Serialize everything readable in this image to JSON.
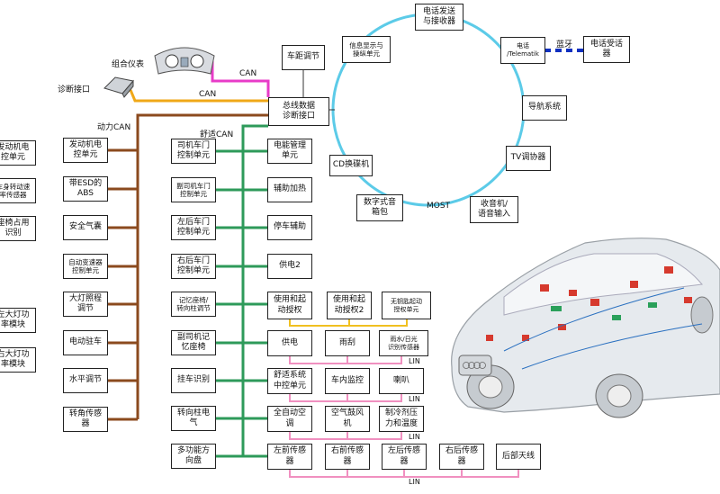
{
  "colors": {
    "power_can": "#8B4A1E",
    "comfort_can": "#2E9A5A",
    "cluster_can": "#E83CC8",
    "diag_can": "#F0A818",
    "most_ring": "#5CCBE8",
    "lin": "#F090C0",
    "bluetooth": "#1030C0",
    "lin_yellow": "#F0C020"
  },
  "labels": {
    "combo_instrument": "组合仪表",
    "diag_port": "诊断接口",
    "can_top": "CAN",
    "can_mid": "CAN",
    "power_can": "动力CAN",
    "comfort_can": "舒适CAN",
    "most": "MOST",
    "bluetooth": "蓝牙",
    "lin": "LIN"
  },
  "gateway": "总线数据\n诊断接口",
  "distance": "车距调节",
  "left_cut": [
    "发动机电\n控单元",
    "车身转动速\n率传感器",
    "座椅占用\n识别",
    "左大灯功\n率模块",
    "右大灯功\n率模块"
  ],
  "power_nodes": [
    "发动机电\n控单元",
    "带ESD的\nABS",
    "安全气囊",
    "自动变速器\n控制单元",
    "大灯照程\n调节",
    "电动驻车",
    "水平调节",
    "转角传感\n器"
  ],
  "comfort_nodes": [
    "司机车门\n控制单元",
    "副司机车门\n控制单元",
    "左后车门\n控制单元",
    "右后车门\n控制单元",
    "记忆座椅/\n转向柱调节",
    "副司机记\n忆座椅",
    "挂车识别",
    "转向柱电\n气",
    "多功能方\n向盘"
  ],
  "right_col": [
    "电能管理\n单元",
    "辅助加热",
    "停车辅助",
    "供电2"
  ],
  "auth": [
    "使用和起\n动授权",
    "使用和起\n动授权2",
    "无钥匙起动\n授权单元"
  ],
  "lin_rows": [
    [
      "供电",
      "雨刮",
      "雨水/日光\n识别传感器"
    ],
    [
      "舒适系统\n中控单元",
      "车内监控",
      "喇叭"
    ],
    [
      "全自动空\n调",
      "空气鼓风\n机",
      "制冷剂压\n力和温度"
    ],
    [
      "左前传感\n器",
      "右前传感\n器",
      "左后传感\n器",
      "右后传感\n器",
      "后部天线"
    ]
  ],
  "ring": {
    "phone_tx": "电话发送\n与接收器",
    "info_display": "信息显示与\n操纵单元",
    "phone_telematik": "电话\n/Telematik",
    "phone_rx": "电话受话\n器",
    "navigation": "导航系统",
    "cd_changer": "CD换碟机",
    "tv_tuner": "TV调协器",
    "digital_sound": "数字式音\n箱包",
    "radio": "收音机/\n语音输入"
  }
}
